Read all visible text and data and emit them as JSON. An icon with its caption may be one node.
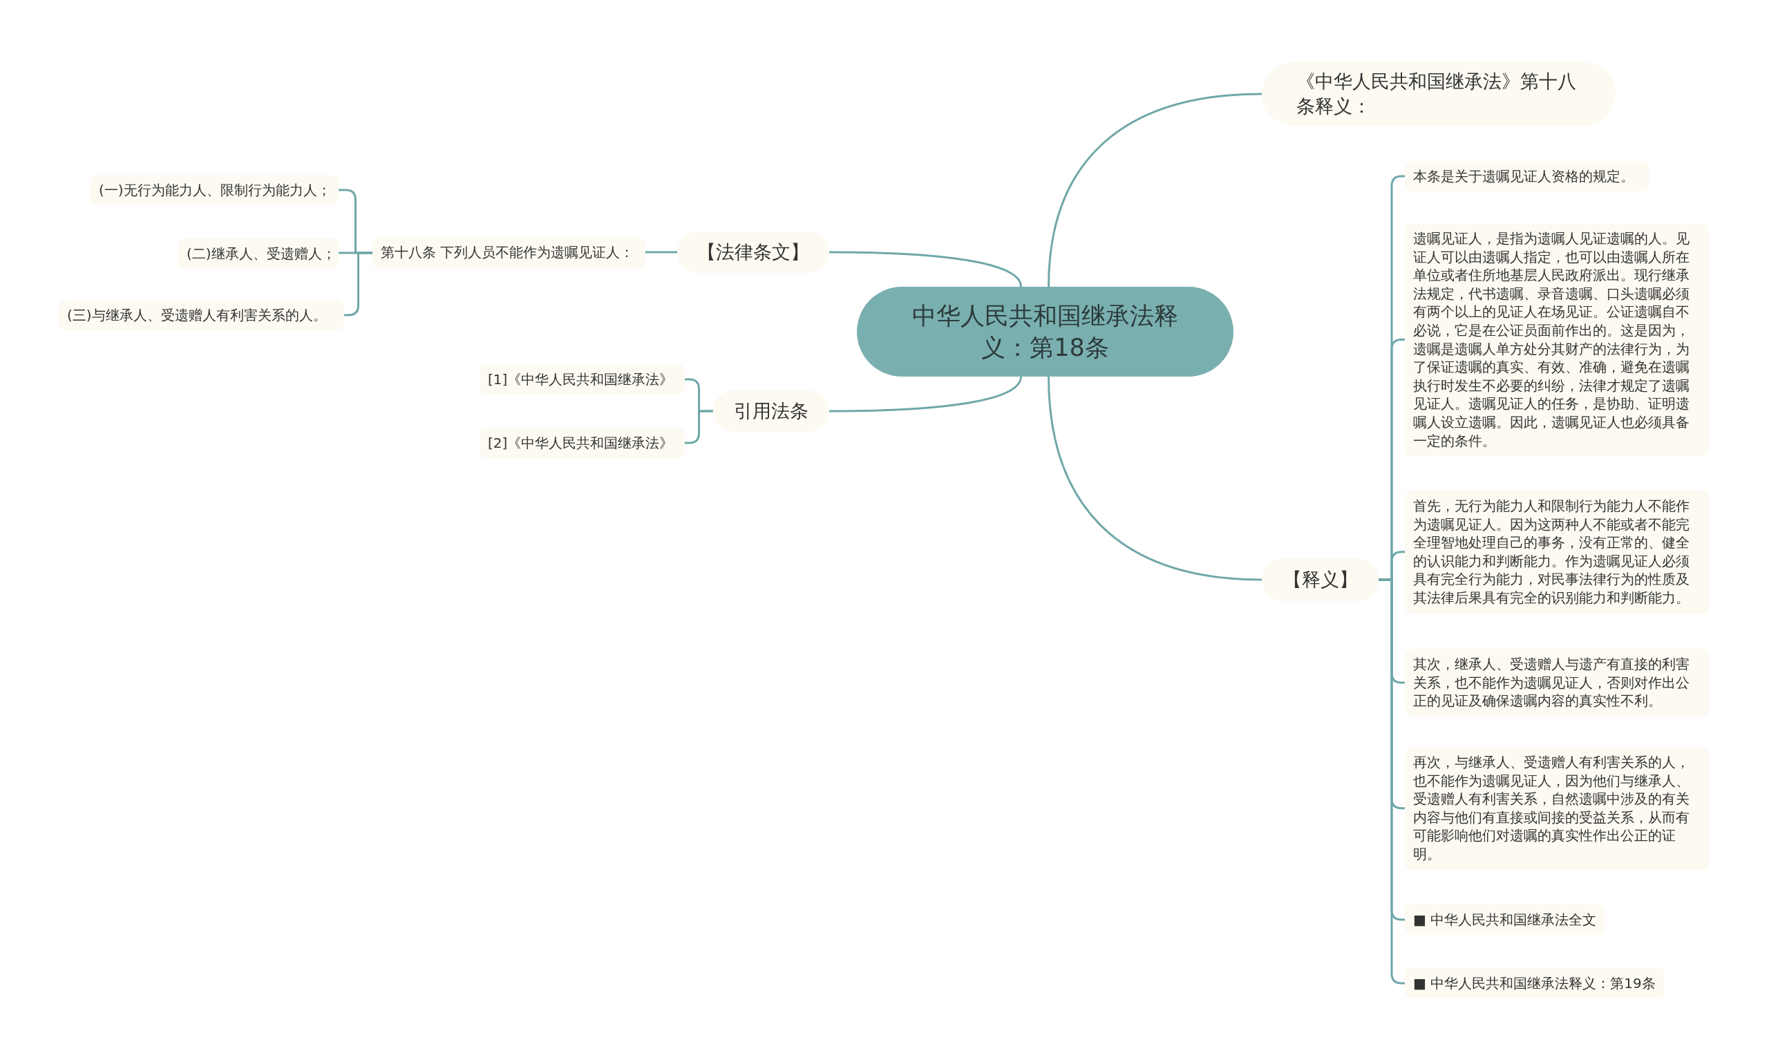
{
  "diagram": {
    "nodes": [
      {
        "text": [
          "中华人民共和国继承法释义：第18条"
        ]
      },
      {
        "text": [
          "【法律条文】"
        ]
      },
      {
        "text": [
          "第十八条 下列人员不能作为遗嘱见证人："
        ]
      },
      {
        "text": [
          "(一)无行为能力人、限制行为能力人；"
        ]
      },
      {
        "text": [
          "(二)继承人、受遗赠人；"
        ]
      },
      {
        "text": [
          "(三)与继承人、受遗赠人有利害关系的人。"
        ]
      },
      {
        "text": [
          "引用法条"
        ]
      },
      {
        "text": [
          "[1]《中华人民共和国继承法》"
        ]
      },
      {
        "text": [
          "[2]《中华人民共和国继承法》"
        ]
      },
      {
        "text": [
          "《中华人民共和国继承法》第十八条释义："
        ]
      },
      {
        "text": [
          "【释义】"
        ]
      },
      {
        "text": [
          "本条是关于遗嘱见证人资格的规定。"
        ]
      },
      {
        "text": [
          "遗嘱见证人，是指为遗嘱人见证遗嘱的人。见证人可以由遗嘱人指定，也可以由遗嘱人所在单位或者住所地基层人民政府派出。现行继承法规定，代书遗嘱、录音遗嘱、口头遗嘱必须有两个以上的见证人在场见证。公证遗嘱自不必说，它是在公证员面前作出的。这是因为，遗嘱是遗嘱人单方处分其财产的法律行为，为了保证遗嘱的真实、有效、准确，避免在遗嘱执行时发生不必要的纠纷，法律才规定了遗嘱见证人。遗嘱见证人的任务，是协助、证明遗嘱人设立遗嘱。因此，遗嘱见证人也必须具备一定的条件。"
        ]
      },
      {
        "text": [
          "首先，无行为能力人和限制行为能力人不能作为遗嘱见证人。因为这两种人不能或者不能完全理智地处理自己的事务，没有正常的、健全的认识能力和判断能力。作为遗嘱见证人必须具有完全行为能力，对民事法律行为的性质及其法律后果具有完全的识别能力和判断能力。"
        ]
      },
      {
        "text": [
          "其次，继承人、受遗赠人与遗产有直接的利害关系，也不能作为遗嘱见证人，否则对作出公正的见证及确保遗嘱内容的真实性不利。"
        ]
      },
      {
        "text": [
          "再次，与继承人、受遗赠人有利害关系的人，也不能作为遗嘱见证人，因为他们与继承人、受遗赠人有利害关系，自然遗嘱中涉及的有关内容与他们有直接或间接的受益关系，从而有可能影响他们对遗嘱的真实性作出公正的证明。"
        ]
      },
      {
        "text": [
          "■ 中华人民共和国继承法全文"
        ]
      },
      {
        "text": [
          "■ 中华人民共和国继承法释义：第19条"
        ]
      }
    ],
    "edges": [
      {
        "from": 0,
        "to": 1,
        "arrow": "none"
      },
      {
        "from": 1,
        "to": 2,
        "arrow": "none"
      },
      {
        "from": 2,
        "to": 3,
        "arrow": "none"
      },
      {
        "from": 2,
        "to": 4,
        "arrow": "none"
      },
      {
        "from": 2,
        "to": 5,
        "arrow": "none"
      },
      {
        "from": 0,
        "to": 6,
        "arrow": "none"
      },
      {
        "from": 6,
        "to": 7,
        "arrow": "none"
      },
      {
        "from": 6,
        "to": 8,
        "arrow": "none"
      },
      {
        "from": 0,
        "to": 9,
        "arrow": "none"
      },
      {
        "from": 0,
        "to": 10,
        "arrow": "none"
      },
      {
        "from": 10,
        "to": 11,
        "arrow": "none"
      },
      {
        "from": 10,
        "to": 12,
        "arrow": "none"
      },
      {
        "from": 10,
        "to": 13,
        "arrow": "none"
      },
      {
        "from": 10,
        "to": 14,
        "arrow": "none"
      },
      {
        "from": 10,
        "to": 15,
        "arrow": "none"
      },
      {
        "from": 10,
        "to": 16,
        "arrow": "none"
      },
      {
        "from": 10,
        "to": 17,
        "arrow": "none"
      }
    ]
  }
}
